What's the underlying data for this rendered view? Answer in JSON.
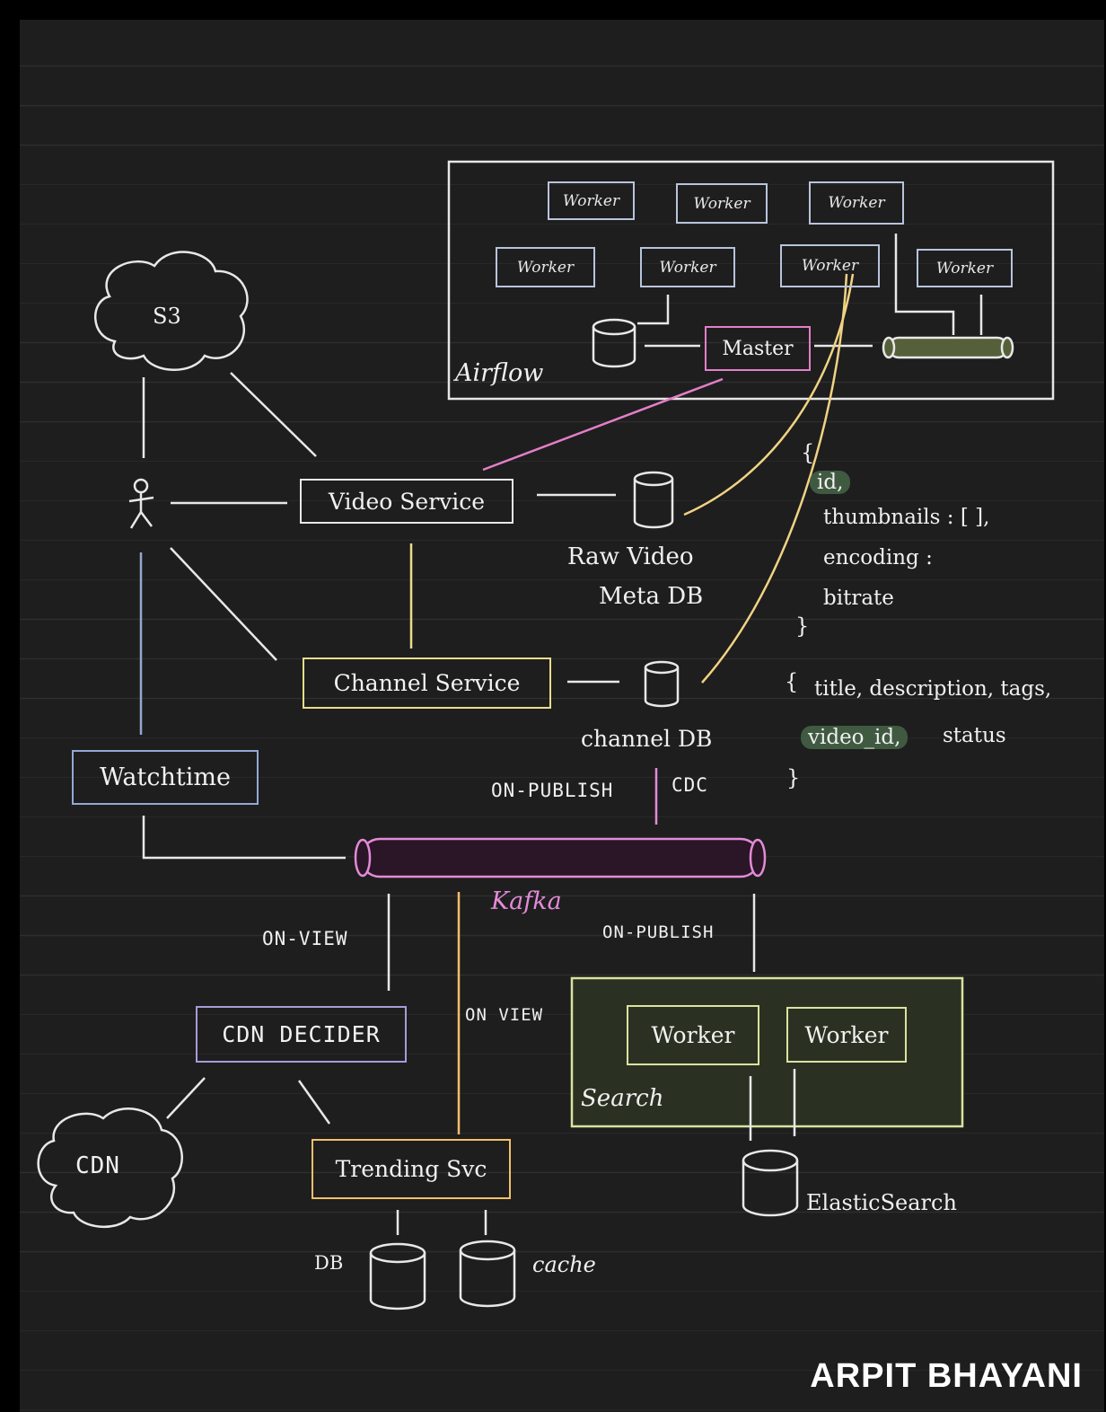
{
  "airflow": {
    "label": "Airflow",
    "workers": [
      "Worker",
      "Worker",
      "Worker",
      "Worker",
      "Worker",
      "Worker",
      "Worker"
    ],
    "master": "Master"
  },
  "s3": "S3",
  "video_service": "Video Service",
  "raw_video_meta_db": {
    "line1": "Raw Video",
    "line2": "Meta DB"
  },
  "channel_service": "Channel Service",
  "channel_db": "channel DB",
  "watchtime": "Watchtime",
  "kafka": "Kafka",
  "edge_labels": {
    "on_publish_top": "ON-PUBLISH",
    "cdc": "CDC",
    "on_view_left": "ON-VIEW",
    "on_view_mid": "ON VIEW",
    "on_publish_right": "ON-PUBLISH"
  },
  "video_schema": {
    "open": "{",
    "id": "id,",
    "thumbnails": "thumbnails : [ ],",
    "encoding": "encoding :",
    "bitrate": "bitrate",
    "close": "}"
  },
  "channel_schema": {
    "open": "{",
    "fields": "title, description, tags,",
    "video_id": "video_id,",
    "status": "status",
    "close": "}"
  },
  "cdn_decider": "CDN DECIDER",
  "cdn": "CDN",
  "trending_svc": "Trending Svc",
  "db": "DB",
  "cache": "cache",
  "search": {
    "label": "Search",
    "workers": [
      "Worker",
      "Worker"
    ]
  },
  "elasticsearch": "ElasticSearch",
  "brand": "ARPIT BHAYANI",
  "colors": {
    "background": "#1e1e1e",
    "worker_border": "#b8c4dc",
    "master": "#e37fc8",
    "kafka": "#e48bd8",
    "channel_service": "#eadd8c",
    "trending": "#f3c06a",
    "watchtime": "#93a9d1",
    "cdn_decider": "#a99ad8",
    "search": "#d9e3a0",
    "search_fill": "#2b3122",
    "highlight": "#3f5a41"
  }
}
